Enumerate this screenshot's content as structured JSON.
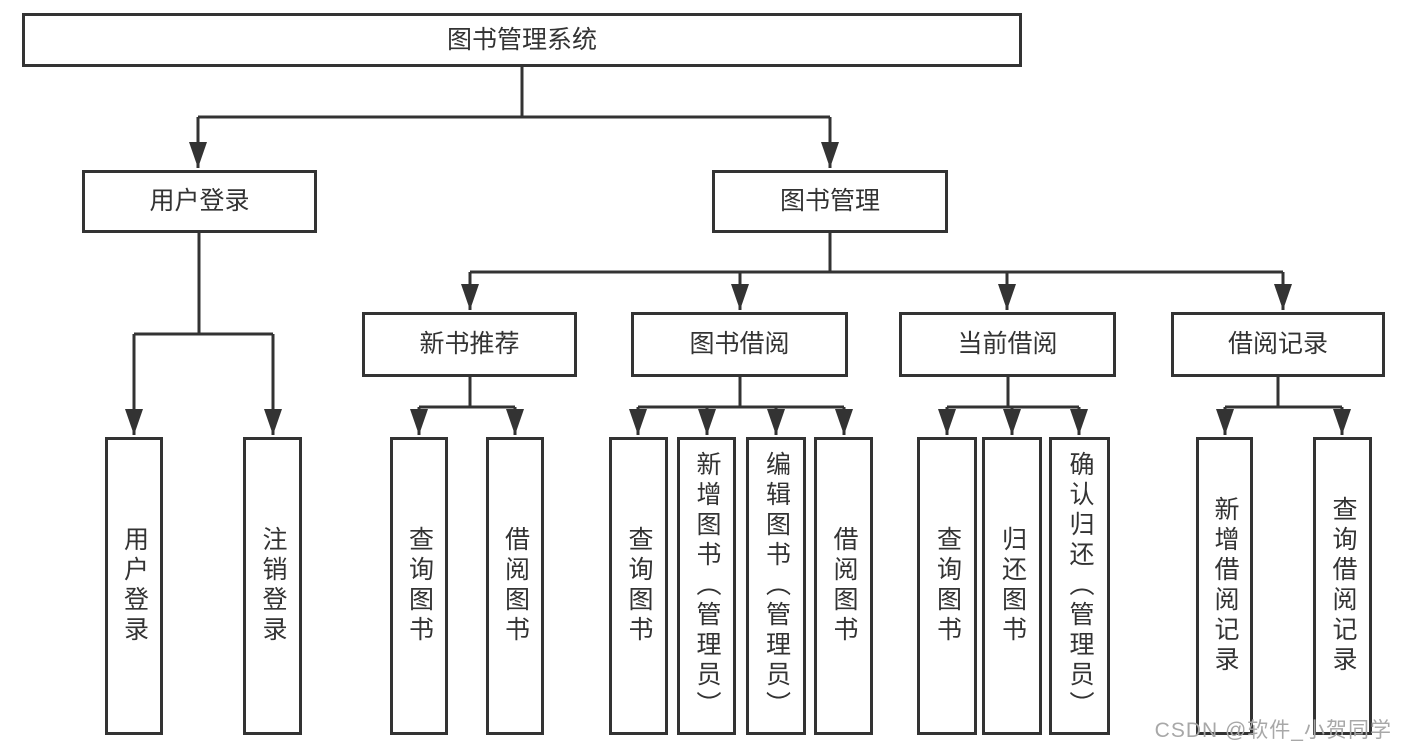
{
  "colors": {
    "line": "#333333",
    "text": "#333333",
    "watermark": "#a8a8a8",
    "background": "#ffffff"
  },
  "watermark": "CSDN @软件_小贺同学",
  "tree": {
    "root": "图书管理系统",
    "branches": [
      {
        "label": "用户登录",
        "leaves": [
          "用户登录",
          "注销登录"
        ]
      },
      {
        "label": "图书管理",
        "children": [
          {
            "label": "新书推荐",
            "leaves": [
              "查询图书",
              "借阅图书"
            ]
          },
          {
            "label": "图书借阅",
            "leaves": [
              "查询图书",
              "新增图书（管理员）",
              "编辑图书（管理员）",
              "借阅图书"
            ]
          },
          {
            "label": "当前借阅",
            "leaves": [
              "查询图书",
              "归还图书",
              "确认归还（管理员）"
            ]
          },
          {
            "label": "借阅记录",
            "leaves": [
              "新增借阅记录",
              "查询借阅记录"
            ]
          }
        ]
      }
    ]
  }
}
